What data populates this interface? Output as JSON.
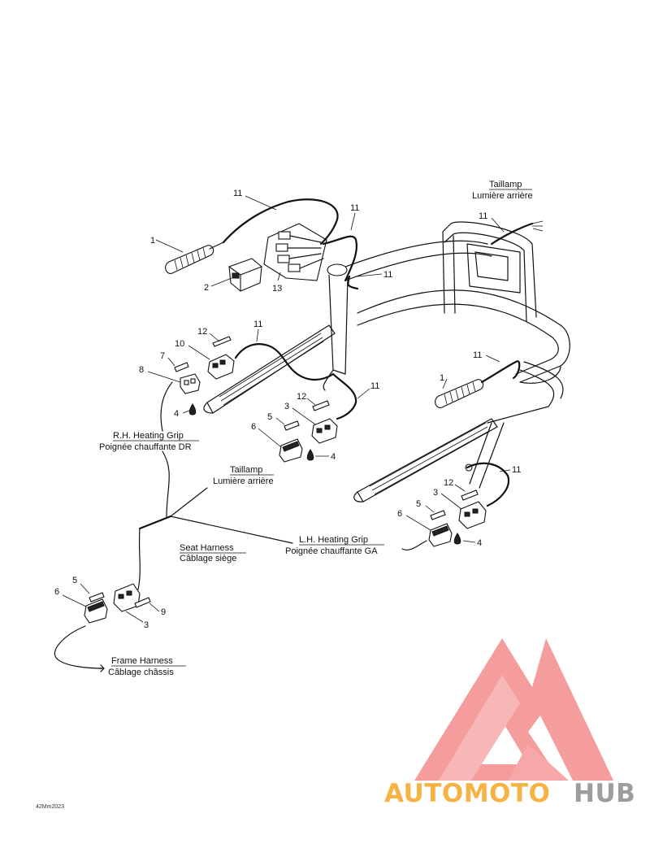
{
  "labels": {
    "taillamp_top": {
      "en": "Taillamp",
      "fr": "Lumière arrière"
    },
    "rh_grip": {
      "en": "R.H. Heating Grip",
      "fr": "Poignée chauffante DR"
    },
    "taillamp_mid": {
      "en": "Taillamp",
      "fr": "Lumière arrière"
    },
    "seat_harness": {
      "en": "Seat Harness",
      "fr": "Câblage siège"
    },
    "lh_grip": {
      "en": "L.H. Heating Grip",
      "fr": "Poignée chauffante GA"
    },
    "frame_harness": {
      "en": "Frame Harness",
      "fr": "Câblage châssis"
    }
  },
  "callouts": {
    "c11a": "11",
    "c11b": "11",
    "c11c": "11",
    "c11d": "11",
    "c11e": "11",
    "c11f": "11",
    "c11g": "11",
    "c11h": "11",
    "c1a": "1",
    "c1b": "1",
    "c2": "2",
    "c13": "13",
    "c12a": "12",
    "c12b": "12",
    "c12c": "12",
    "c10": "10",
    "c7": "7",
    "c8": "8",
    "c4a": "4",
    "c4b": "4",
    "c4c": "4",
    "c3a": "3",
    "c3b": "3",
    "c3c": "3",
    "c5a": "5",
    "c5b": "5",
    "c5c": "5",
    "c6a": "6",
    "c6b": "6",
    "c6c": "6",
    "c9": "9"
  },
  "drawing_code": "42Mm2023",
  "watermark": {
    "part1": "AUTOMOTO",
    "part2": "HUB",
    "color_primary": "#f26b6b",
    "color_orange": "#f5a623",
    "color_gray": "#8c8c8c"
  }
}
